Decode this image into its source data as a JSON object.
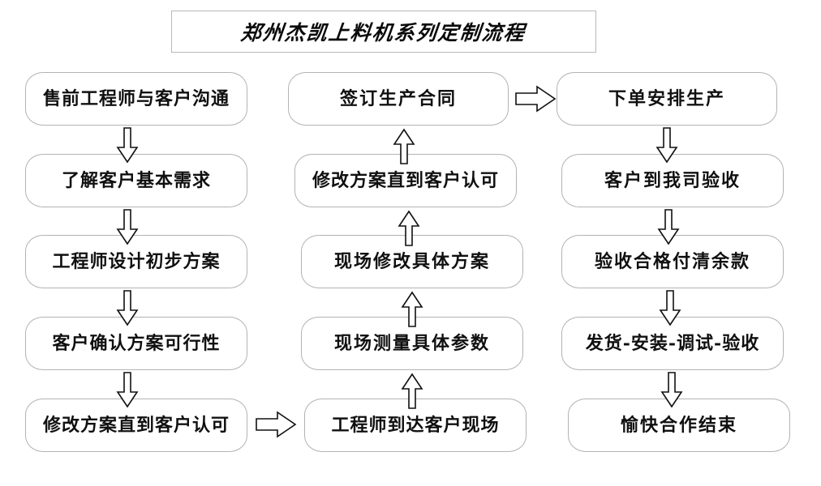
{
  "title": {
    "text": "郑州杰凯上料机系列定制流程"
  },
  "columns": [
    {
      "id": "column-left",
      "name": "pre-sales-design",
      "nodes": [
        {
          "id": "node-l1",
          "label": "售前工程师与客户沟通"
        },
        {
          "id": "node-l2",
          "label": "了解客户基本需求"
        },
        {
          "id": "node-l3",
          "label": "工程师设计初步方案"
        },
        {
          "id": "node-l4",
          "label": "客户确认方案可行性"
        },
        {
          "id": "node-l5",
          "label": "修改方案直到客户认可"
        }
      ]
    },
    {
      "id": "column-middle",
      "name": "onsite-survey-contract",
      "nodes": [
        {
          "id": "node-m1",
          "label": "签订生产合同"
        },
        {
          "id": "node-m2",
          "label": "修改方案直到客户认可"
        },
        {
          "id": "node-m3",
          "label": "现场修改具体方案"
        },
        {
          "id": "node-m4",
          "label": "现场测量具体参数"
        },
        {
          "id": "node-m5",
          "label": "工程师到达客户现场"
        }
      ]
    },
    {
      "id": "column-right",
      "name": "production-delivery",
      "nodes": [
        {
          "id": "node-r1",
          "label": "下单安排生产"
        },
        {
          "id": "node-r2",
          "label": "客户到我司验收"
        },
        {
          "id": "node-r3",
          "label": "验收合格付清余款"
        },
        {
          "id": "node-r4",
          "label": "发货-安装-调试-验收"
        },
        {
          "id": "node-r5",
          "label": "愉快合作结束"
        }
      ]
    }
  ],
  "connectors": [
    {
      "id": "arrow-l1-l2",
      "direction": "down"
    },
    {
      "id": "arrow-l2-l3",
      "direction": "down"
    },
    {
      "id": "arrow-l3-l4",
      "direction": "down"
    },
    {
      "id": "arrow-l4-l5",
      "direction": "down"
    },
    {
      "id": "arrow-l5-m5",
      "direction": "right"
    },
    {
      "id": "arrow-m5-m4",
      "direction": "up"
    },
    {
      "id": "arrow-m4-m3",
      "direction": "up"
    },
    {
      "id": "arrow-m3-m2",
      "direction": "up"
    },
    {
      "id": "arrow-m2-m1",
      "direction": "up"
    },
    {
      "id": "arrow-m1-r1",
      "direction": "right"
    },
    {
      "id": "arrow-r1-r2",
      "direction": "down"
    },
    {
      "id": "arrow-r2-r3",
      "direction": "down"
    },
    {
      "id": "arrow-r3-r4",
      "direction": "down"
    },
    {
      "id": "arrow-r4-r5",
      "direction": "down"
    }
  ],
  "colors": {
    "background": "#ffffff",
    "node_border": "#b3b3b3",
    "node_fill": "#ffffff",
    "text": "#101010",
    "arrow_stroke": "#111111",
    "arrow_fill": "#ffffff",
    "title_border": "#b9b9b9"
  }
}
